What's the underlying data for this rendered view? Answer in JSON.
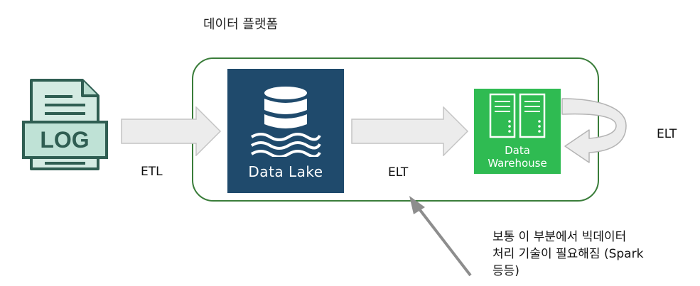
{
  "platform": {
    "title": "데이터 플랫폼"
  },
  "log": {
    "label": "LOG",
    "icon": "log-file-icon"
  },
  "data_lake": {
    "label": "Data Lake",
    "icon": "database-icon"
  },
  "data_warehouse": {
    "line1": "Data",
    "line2": "Warehouse",
    "icon": "server-icon"
  },
  "arrows": {
    "etl": "ETL",
    "elt_middle": "ELT",
    "elt_loop": "ELT"
  },
  "annotation": {
    "line1": "보통 이 부분에서 빅데이터",
    "line2": "처리 기술이 필요해짐 (Spark",
    "line3": "등등)"
  },
  "colors": {
    "platform_border": "#3a7d3a",
    "lake_bg": "#1f4a6c",
    "warehouse_bg": "#2fbb52",
    "log_fill": "#d4ebe3",
    "log_stroke": "#2f5e52"
  }
}
